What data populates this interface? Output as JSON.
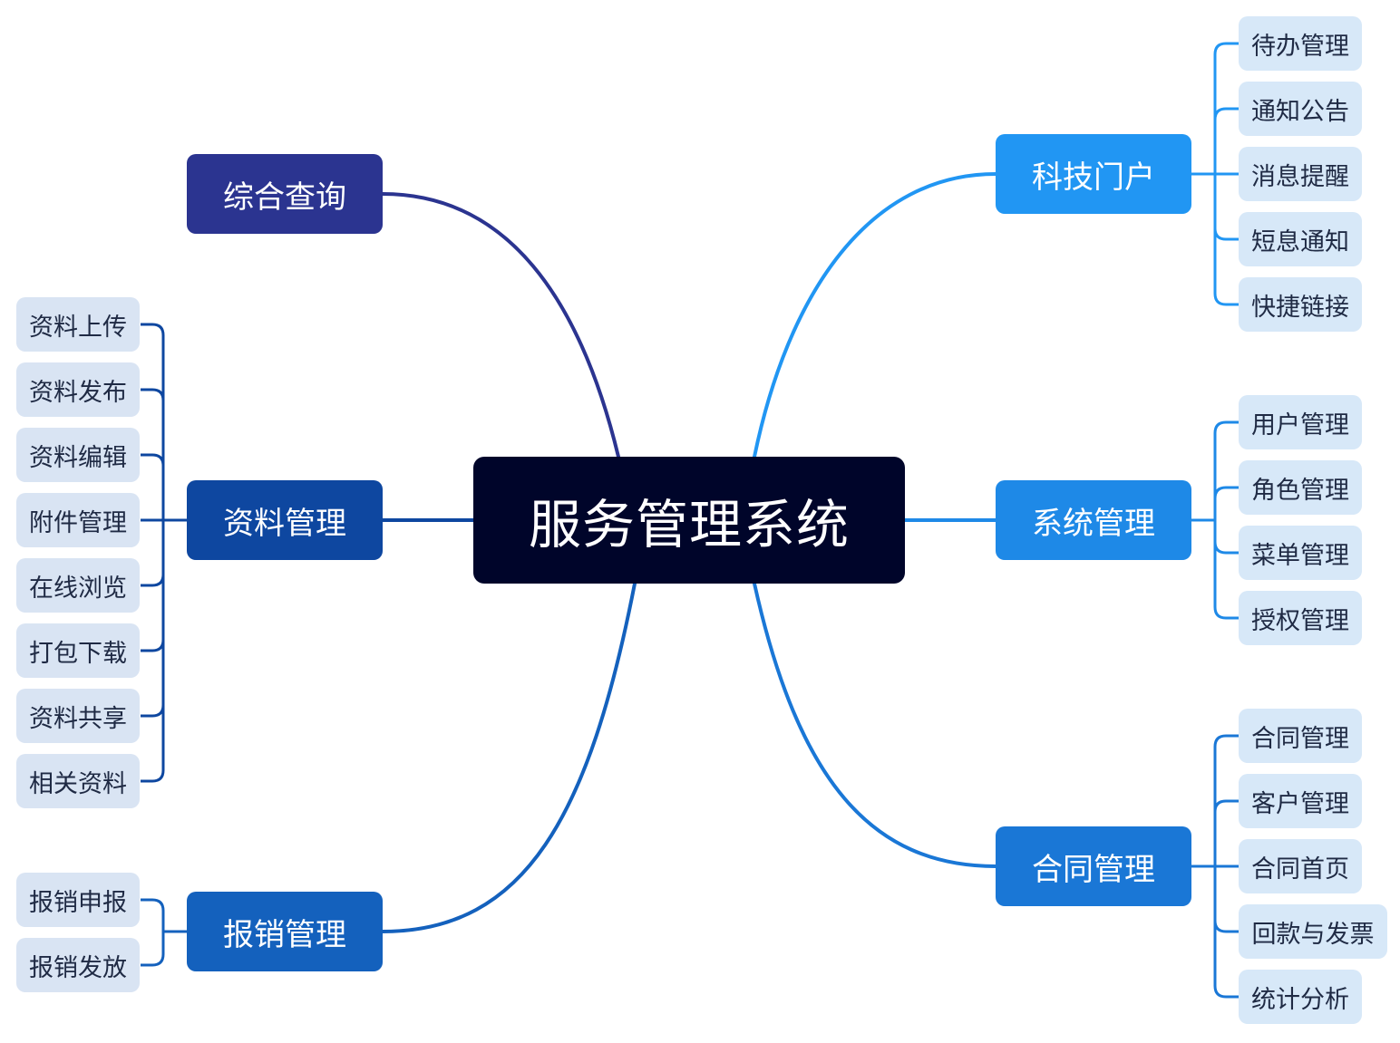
{
  "central": {
    "label": "服务管理系统"
  },
  "colors": {
    "central_bg": "#00052a",
    "branch_zonghe": "#2b3490",
    "branch_ziliao": "#0e47a0",
    "branch_baoxiao": "#1461bd",
    "branch_keji": "#2196f3",
    "branch_xitong": "#1e89e7",
    "branch_hetong": "#1a77d6",
    "leaf_bg": "#d7e8f8"
  },
  "branches": {
    "zonghe": {
      "label": "综合查询"
    },
    "ziliao": {
      "label": "资料管理",
      "children": [
        "资料上传",
        "资料发布",
        "资料编辑",
        "附件管理",
        "在线浏览",
        "打包下载",
        "资料共享",
        "相关资料"
      ]
    },
    "baoxiao": {
      "label": "报销管理",
      "children": [
        "报销申报",
        "报销发放"
      ]
    },
    "keji": {
      "label": "科技门户",
      "children": [
        "待办管理",
        "通知公告",
        "消息提醒",
        "短息通知",
        "快捷链接"
      ]
    },
    "xitong": {
      "label": "系统管理",
      "children": [
        "用户管理",
        "角色管理",
        "菜单管理",
        "授权管理"
      ]
    },
    "hetong": {
      "label": "合同管理",
      "children": [
        "合同管理",
        "客户管理",
        "合同首页",
        "回款与发票",
        "统计分析"
      ]
    }
  }
}
